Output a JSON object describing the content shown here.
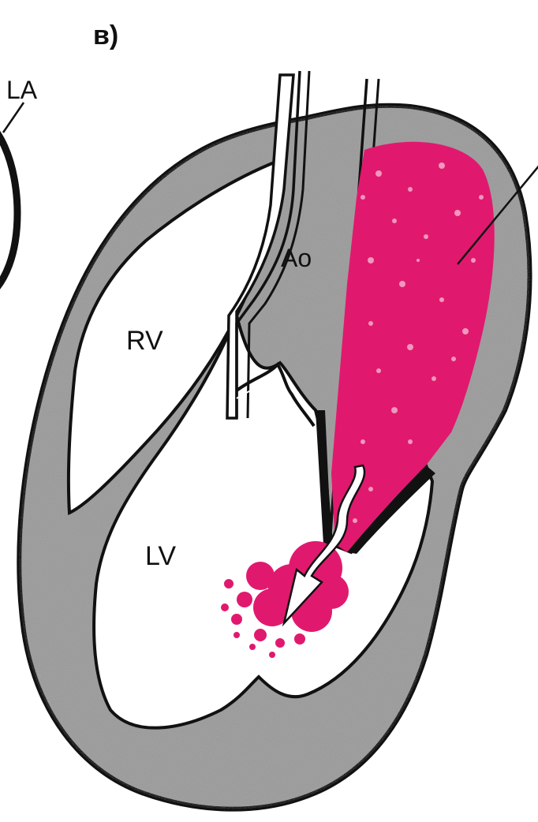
{
  "panel": {
    "letter": "в)"
  },
  "labels": {
    "left_atrium": "LA",
    "aorta": "Ao",
    "right_ventricle": "RV",
    "left_ventricle": "LV"
  },
  "colors": {
    "myocardium": "#9a9a9a",
    "outline": "#111111",
    "regurgitant_jet": "#e0196e",
    "chamber": "#ffffff"
  }
}
